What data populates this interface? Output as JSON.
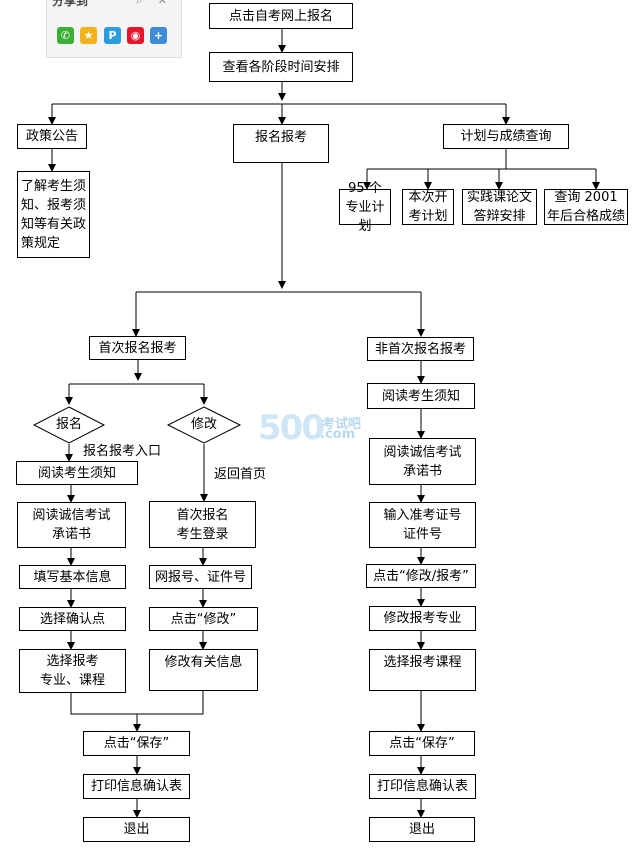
{
  "share": {
    "title": "分享到",
    "controls": "⌕ ✕",
    "icons": [
      {
        "name": "wechat-icon",
        "glyph": "✆",
        "color": "#3cb034"
      },
      {
        "name": "qzone-icon",
        "glyph": "★",
        "color": "#f2b21c"
      },
      {
        "name": "tencent-weibo-icon",
        "glyph": "P",
        "color": "#2a9de0"
      },
      {
        "name": "sina-weibo-icon",
        "glyph": "◉",
        "color": "#e6162d"
      },
      {
        "name": "more-share-icon",
        "glyph": "+",
        "color": "#3d8ddb"
      }
    ]
  },
  "watermark": {
    "number": "500",
    "cn": "考试吧",
    "com": ".com"
  },
  "flow": {
    "start": "点击自考网上报名",
    "schedule": "查看各阶段时间安排",
    "policy": "政策公告",
    "policy_detail": "了解考生须知、报考须知等有关政策规定",
    "register": "报名报考",
    "plan_query": "计划与成绩查询",
    "plan_95": "95 个专业计划",
    "plan_this": "本次开考计划",
    "plan_practice": "实践课论文答辩安排",
    "plan_2001": "查询 2001 年后合格成绩",
    "first_time": "首次报名报考",
    "not_first": "非首次报名报考",
    "diamond_signup": "报名",
    "diamond_modify": "修改",
    "signup_entry": "报名报考入口",
    "back_home": "返回首页",
    "f_read_notice": "阅读考生须知",
    "f_integrity": "阅读诚信考试\n承诺书",
    "f_basic_info": "填写基本信息",
    "f_confirm_point": "选择确认点",
    "f_choose_major": "选择报考\n专业、课程",
    "m_login": "首次报名\n考生登录",
    "m_ids": "网报号、证件号",
    "m_click_modify": "点击“修改”",
    "m_modify_info": "修改有关信息",
    "f_save": "点击“保存”",
    "f_print": "打印信息确认表",
    "f_exit": "退出",
    "n_read_notice": "阅读考生须知",
    "n_integrity": "阅读诚信考试\n承诺书",
    "n_input_ids": "输入准考证号\n证件号",
    "n_click_modify": "点击“修改/报考”",
    "n_modify_major": "修改报考专业",
    "n_choose_course": "选择报考课程",
    "n_save": "点击“保存”",
    "n_print": "打印信息确认表",
    "n_exit": "退出"
  }
}
